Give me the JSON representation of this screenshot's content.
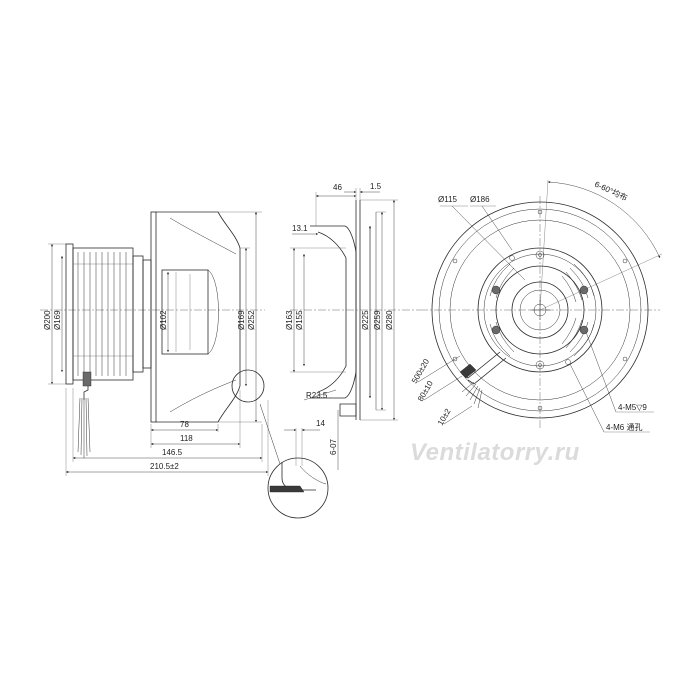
{
  "dimensions": {
    "side": {
      "d200": "Ø200",
      "d169": "Ø169",
      "d102": "Ø102",
      "d169b": "Ø169",
      "d252": "Ø252",
      "l78": "78",
      "l118": "118",
      "l146": "146.5",
      "l210": "210.5±2"
    },
    "section": {
      "t46": "46",
      "t15": "1.5",
      "t131": "13.1",
      "d163": "Ø163",
      "d155": "Ø155",
      "d225": "Ø225",
      "d259": "Ø259",
      "d280": "Ø280",
      "r235": "R23.5",
      "l14": "14",
      "l607": "6-07"
    },
    "front": {
      "d115": "Ø115",
      "d186": "Ø186",
      "angle": "6-60°均布",
      "cable500": "500±20",
      "cable80": "80±10",
      "cable10": "10±2",
      "m5": "4-M5▽9",
      "m6": "4-M6 通孔"
    }
  },
  "watermark": "Ventilatorry.ru"
}
